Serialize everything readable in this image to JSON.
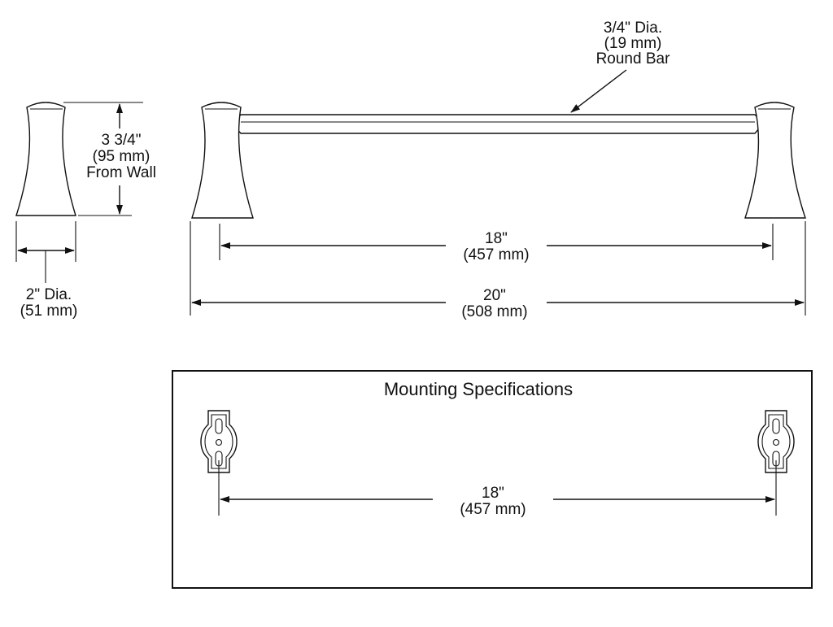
{
  "bar_label": {
    "line1": "3/4\" Dia.",
    "line2": "(19 mm)",
    "line3": "Round Bar"
  },
  "projection_label": {
    "line1": "3 3/4\"",
    "line2": "(95 mm)",
    "line3": "From Wall"
  },
  "post_diameter_label": {
    "line1": "2\" Dia.",
    "line2": "(51 mm)"
  },
  "inner_span_label": {
    "line1": "18\"",
    "line2": "(457 mm)"
  },
  "overall_length_label": {
    "line1": "20\"",
    "line2": "(508 mm)"
  },
  "mounting": {
    "title": "Mounting Specifications",
    "span_label": {
      "line1": "18\"",
      "line2": "(457 mm)"
    }
  },
  "colors": {
    "line": "#111111",
    "background": "#ffffff"
  }
}
